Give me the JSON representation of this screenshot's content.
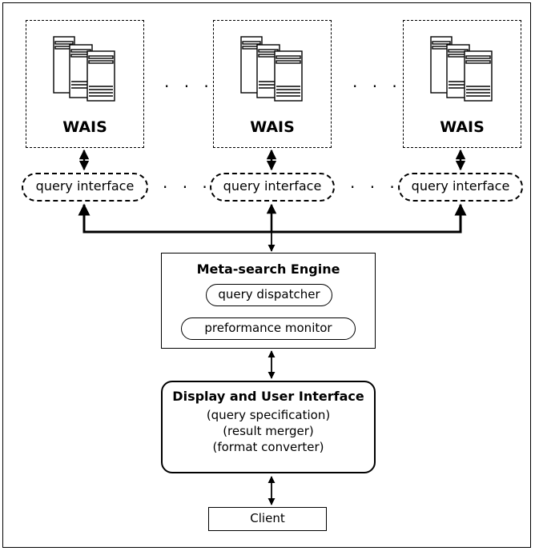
{
  "wais_nodes": [
    {
      "label": "WAIS",
      "interface": "query interface"
    },
    {
      "label": "WAIS",
      "interface": "query interface"
    },
    {
      "label": "WAIS",
      "interface": "query interface"
    }
  ],
  "ellipsis": "· · ·",
  "engine": {
    "title": "Meta-search Engine",
    "components": [
      "query dispatcher",
      "preformance monitor"
    ]
  },
  "display": {
    "title": "Display and User Interface",
    "lines": [
      "(query specification)",
      "(result merger)",
      "(format converter)"
    ]
  },
  "client": "Client",
  "icons": [
    "server-rack-icon"
  ]
}
